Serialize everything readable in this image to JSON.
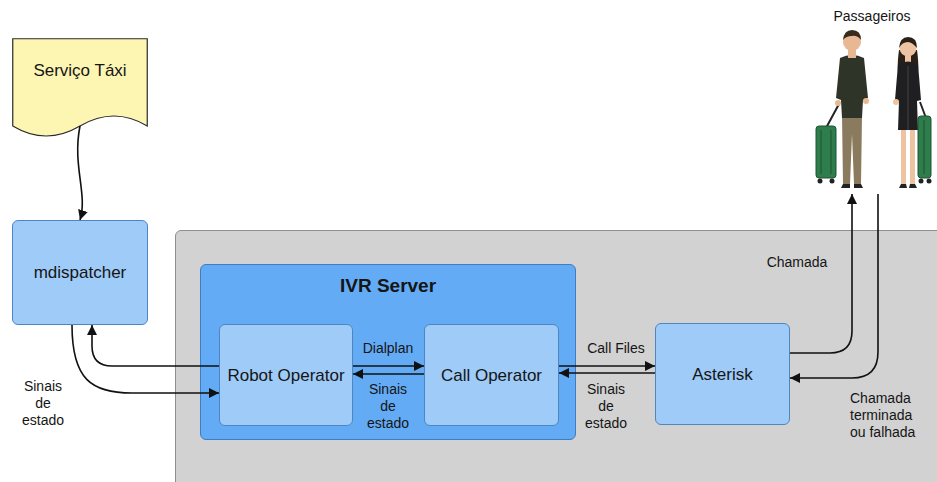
{
  "diagram": {
    "nodes": [
      {
        "text": [
          "Serviço Táxi"
        ]
      },
      {
        "text": [
          "mdispatcher"
        ]
      },
      {
        "text": [
          "IVR Server"
        ]
      },
      {
        "text": [
          "Robot Operator"
        ],
        "in": 2
      },
      {
        "text": [
          "Call Operator"
        ],
        "in": 2
      },
      {
        "text": [
          "Asterisk"
        ]
      },
      {
        "text": [
          "Passageiros"
        ]
      }
    ],
    "edges": [
      {
        "from": 0,
        "to": 1,
        "arrow": "to"
      },
      {
        "from": 3,
        "to": 1,
        "arrow": "to"
      },
      {
        "from": 1,
        "to": 3,
        "label": "Sinais de estado",
        "arrow": "to"
      },
      {
        "from": 3,
        "to": 4,
        "label": "Dialplan",
        "arrow": "to"
      },
      {
        "from": 4,
        "to": 3,
        "label": "Sinais de estado",
        "arrow": "to"
      },
      {
        "from": 4,
        "to": 5,
        "label": "Call Files",
        "arrow": "to"
      },
      {
        "from": 5,
        "to": 4,
        "label": "Sinais de estado",
        "arrow": "to"
      },
      {
        "from": 5,
        "to": 6,
        "label": "Chamada",
        "arrow": "to"
      },
      {
        "from": 6,
        "to": 5,
        "label": "Chamada terminada ou falhada",
        "arrow": "to"
      }
    ]
  }
}
